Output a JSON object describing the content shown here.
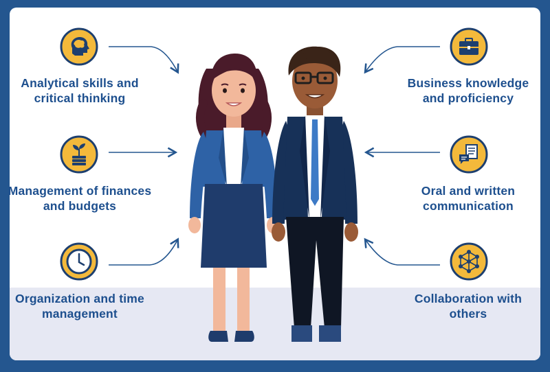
{
  "colors": {
    "navy": "#24568f",
    "icon_fill": "#f3b93b",
    "icon_ring": "#1d3f6f",
    "label_blue": "#1d4f8e",
    "floor": "#e6e8f3"
  },
  "skills": {
    "left": [
      {
        "label": "Analytical skills and critical thinking",
        "icon": "brain-head-icon"
      },
      {
        "label": "Management of finances and budgets",
        "icon": "money-plant-icon"
      },
      {
        "label": "Organization and time management",
        "icon": "clock-icon"
      }
    ],
    "right": [
      {
        "label": "Business knowledge and proficiency",
        "icon": "briefcase-icon"
      },
      {
        "label": "Oral and written communication",
        "icon": "documents-chat-icon"
      },
      {
        "label": "Collaboration with others",
        "icon": "network-icon"
      }
    ]
  },
  "figures": [
    "businesswoman",
    "businessman"
  ]
}
